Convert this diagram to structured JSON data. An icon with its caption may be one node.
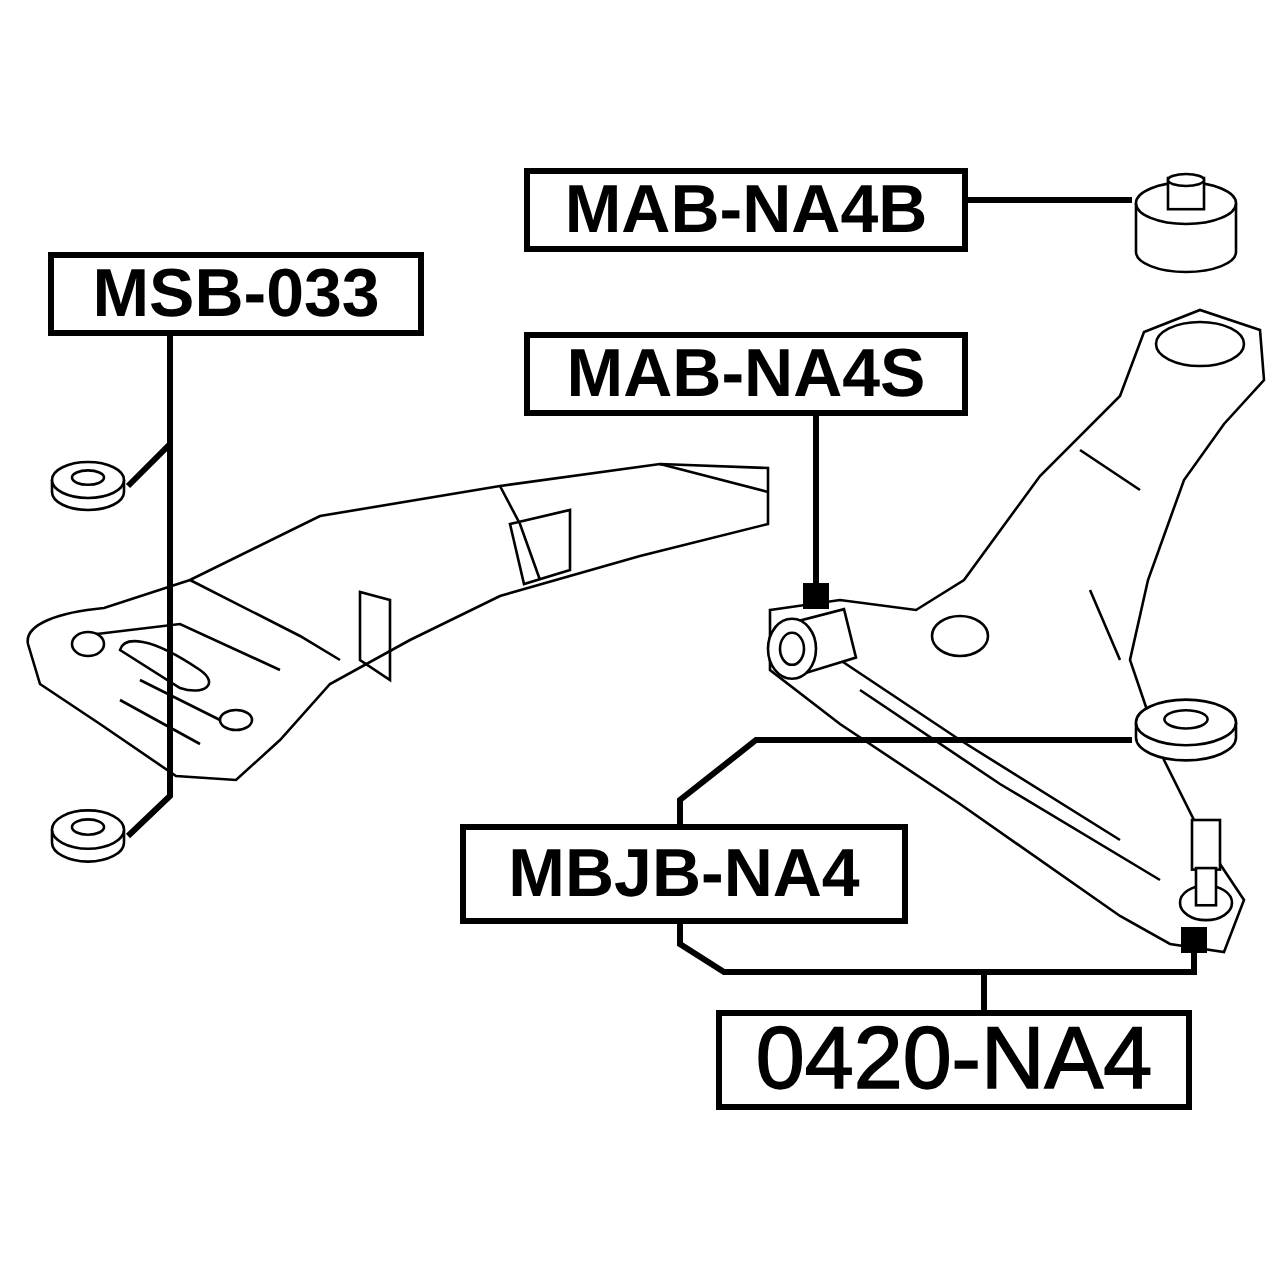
{
  "diagram": {
    "nodes": [
      {
        "text": [
          "MAB-NA4B"
        ]
      },
      {
        "text": [
          "MSB-033"
        ]
      },
      {
        "text": [
          "MAB-NA4S"
        ]
      },
      {
        "text": [
          "MBJB-NA4"
        ]
      },
      {
        "text": [
          "0420-NA4"
        ]
      },
      {
        "text": [],
        "shape": "cylinder"
      },
      {
        "text": [],
        "shape": "cylinder"
      },
      {
        "text": [],
        "shape": "cylinder"
      },
      {
        "text": [],
        "shape": "cylinder"
      },
      {
        "text": [],
        "shape": "cylinder"
      },
      {
        "text": [],
        "shape": "picture"
      }
    ],
    "edges": [
      {
        "from": 0,
        "to": 5,
        "arrow": "none"
      },
      {
        "from": 1,
        "to": 6,
        "arrow": "none"
      },
      {
        "from": 1,
        "to": 7,
        "arrow": "none"
      },
      {
        "from": 2,
        "to": 8,
        "arrow": "other"
      },
      {
        "from": 3,
        "to": 9,
        "arrow": "none"
      },
      {
        "from": 3,
        "to": 10,
        "arrow": "other"
      },
      {
        "from": 4,
        "to": 10,
        "arrow": "other"
      }
    ]
  }
}
